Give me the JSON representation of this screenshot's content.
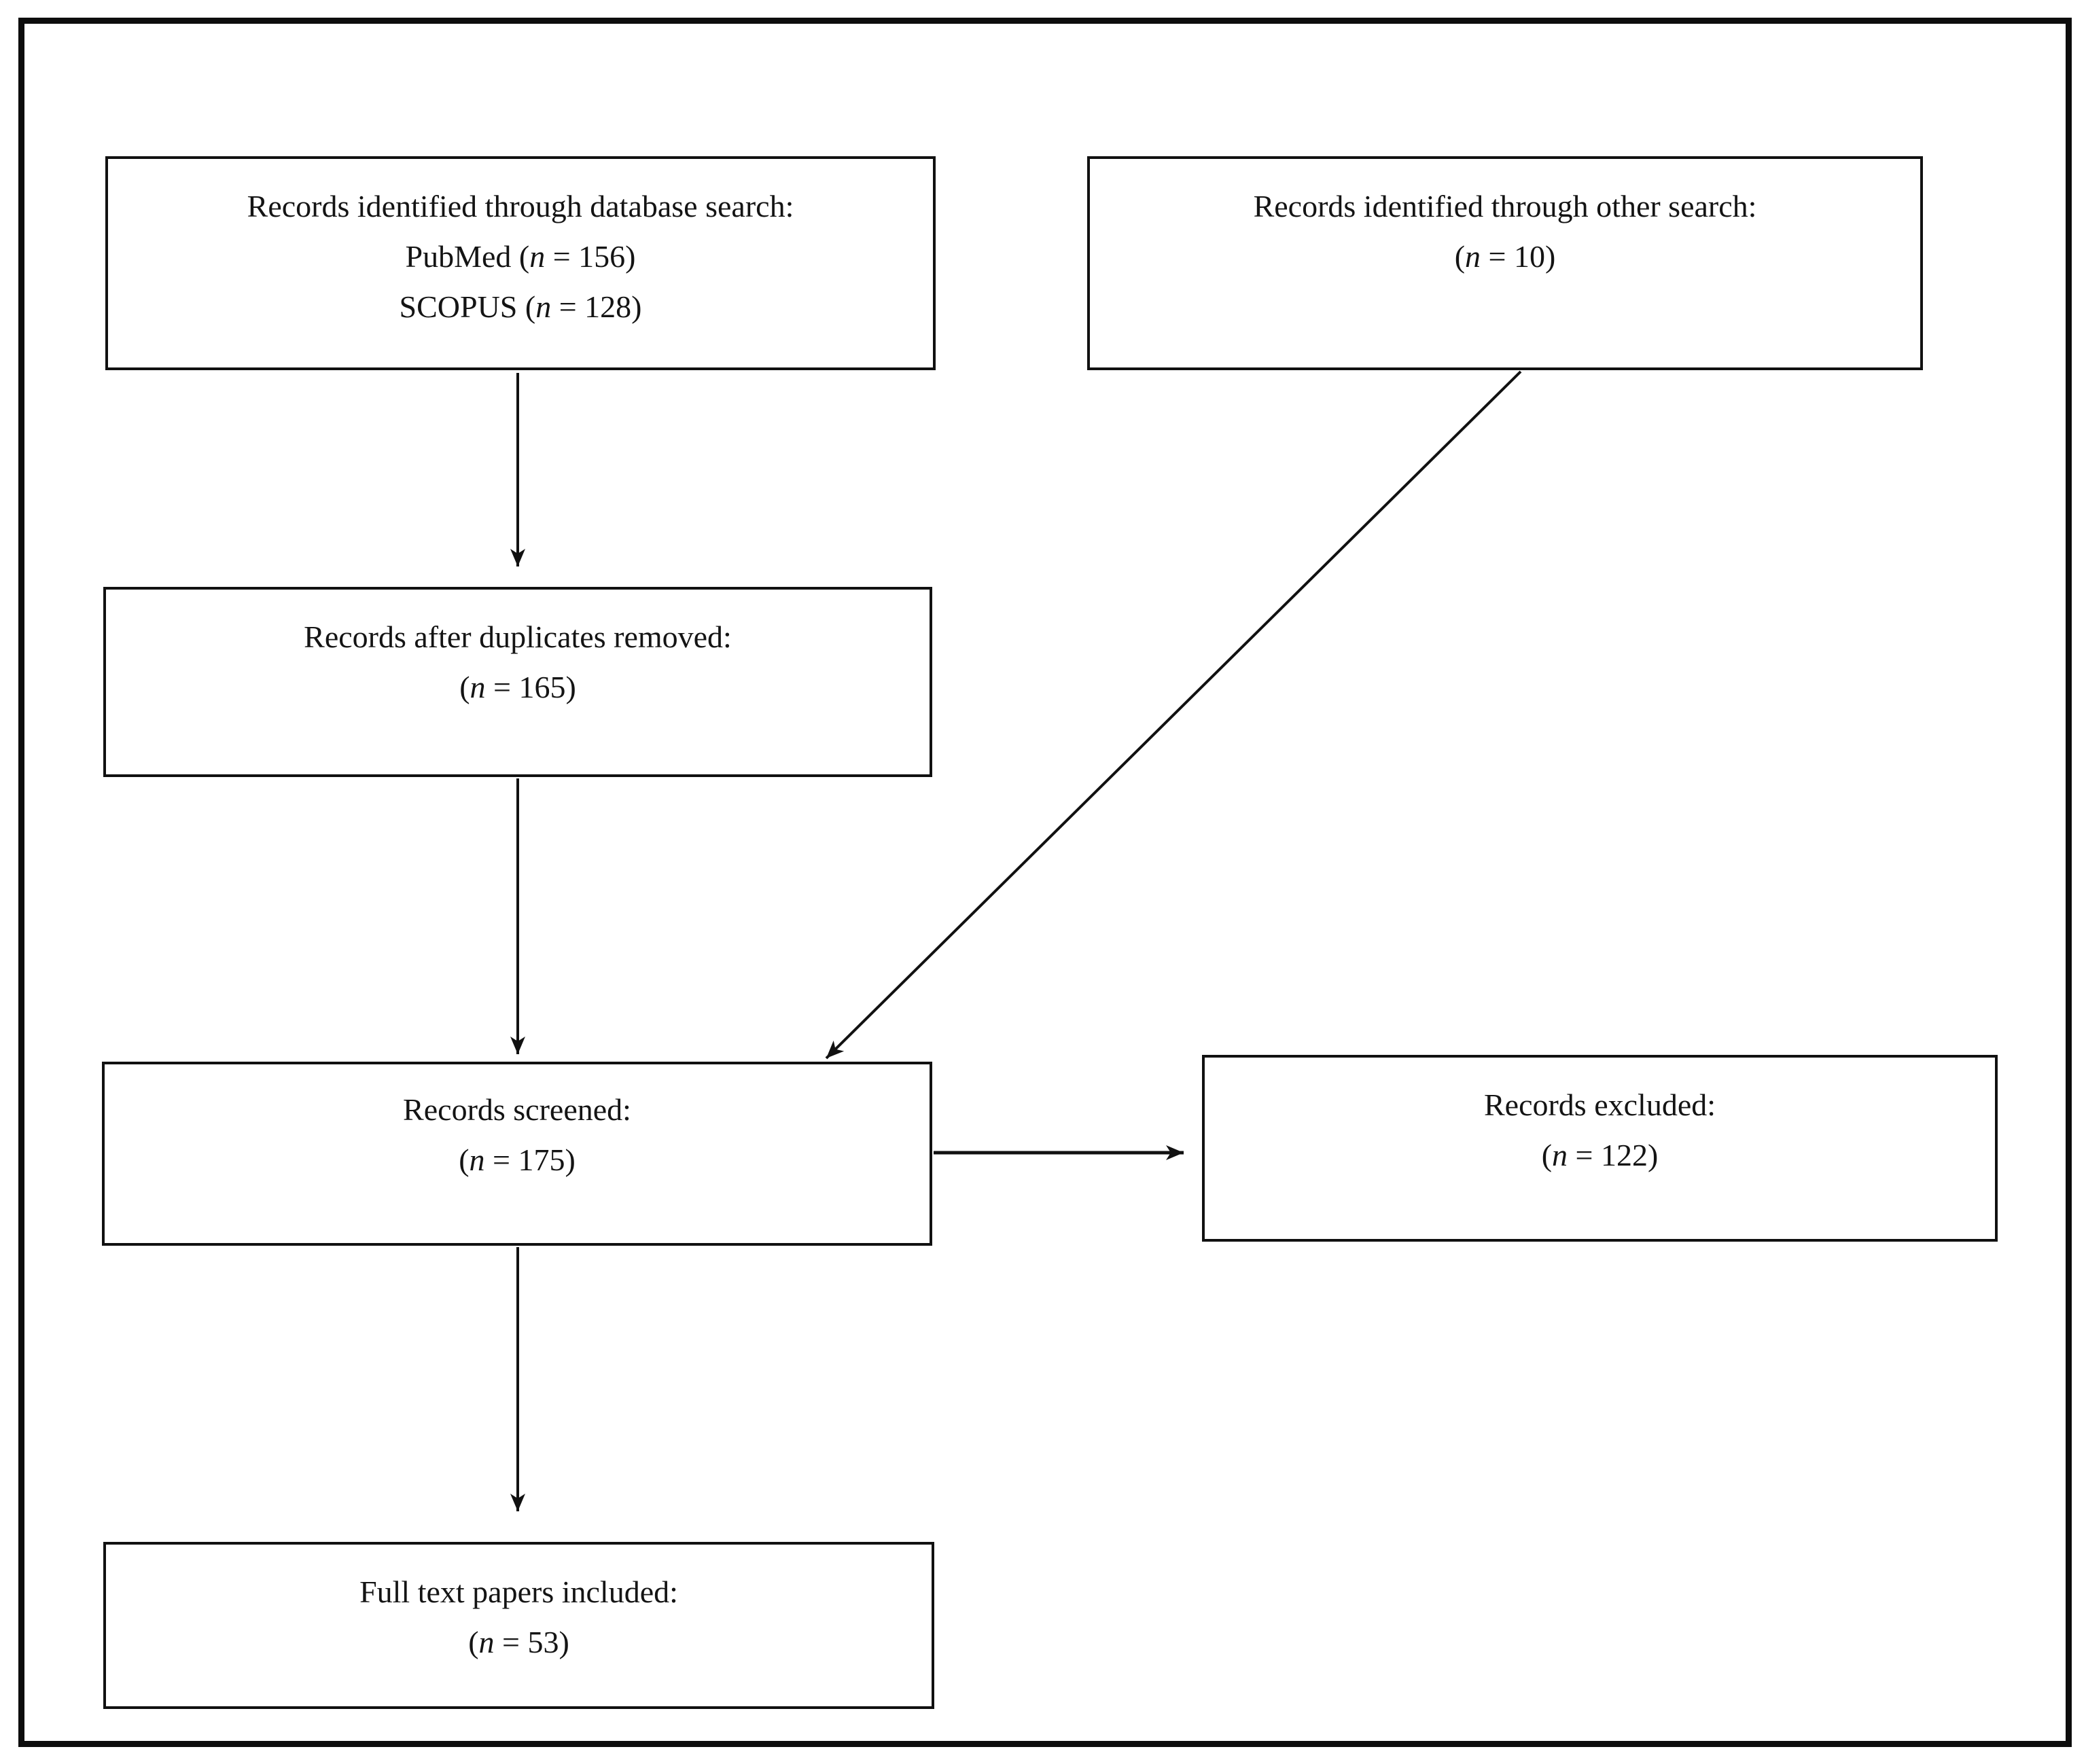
{
  "figure": {
    "kind": "study-selection-flow-diagram"
  },
  "colors": {
    "ink": "#111111",
    "background": "#ffffff"
  },
  "boxes": {
    "database_search": {
      "title": "Records identified through database search:",
      "counts": [
        {
          "pre": "PubMed (",
          "n": "n",
          "post": " = 156)"
        },
        {
          "pre": "SCOPUS (",
          "n": "n",
          "post": " = 128)"
        }
      ]
    },
    "other_search": {
      "title": "Records identified through other search:",
      "counts": [
        {
          "pre": "(",
          "n": "n",
          "post": " = 10)"
        }
      ]
    },
    "duplicates_removed": {
      "title": "Records after duplicates removed:",
      "counts": [
        {
          "pre": "(",
          "n": "n",
          "post": " = 165)"
        }
      ]
    },
    "screened": {
      "title": "Records screened:",
      "counts": [
        {
          "pre": "(",
          "n": "n",
          "post": " = 175)"
        }
      ]
    },
    "excluded": {
      "title": "Records excluded:",
      "counts": [
        {
          "pre": "(",
          "n": "n",
          "post": " = 122)"
        }
      ]
    },
    "included": {
      "title": "Full text papers included:",
      "counts": [
        {
          "pre": "(",
          "n": "n",
          "post": " = 53)"
        }
      ]
    }
  },
  "arrows": [
    {
      "name": "db-to-duplicates",
      "from": "database_search",
      "to": "duplicates_removed"
    },
    {
      "name": "duplicates-to-screened",
      "from": "duplicates_removed",
      "to": "screened"
    },
    {
      "name": "other-to-screened",
      "from": "other_search",
      "to": "screened"
    },
    {
      "name": "screened-to-excluded",
      "from": "screened",
      "to": "excluded"
    },
    {
      "name": "screened-to-included",
      "from": "screened",
      "to": "included"
    }
  ]
}
